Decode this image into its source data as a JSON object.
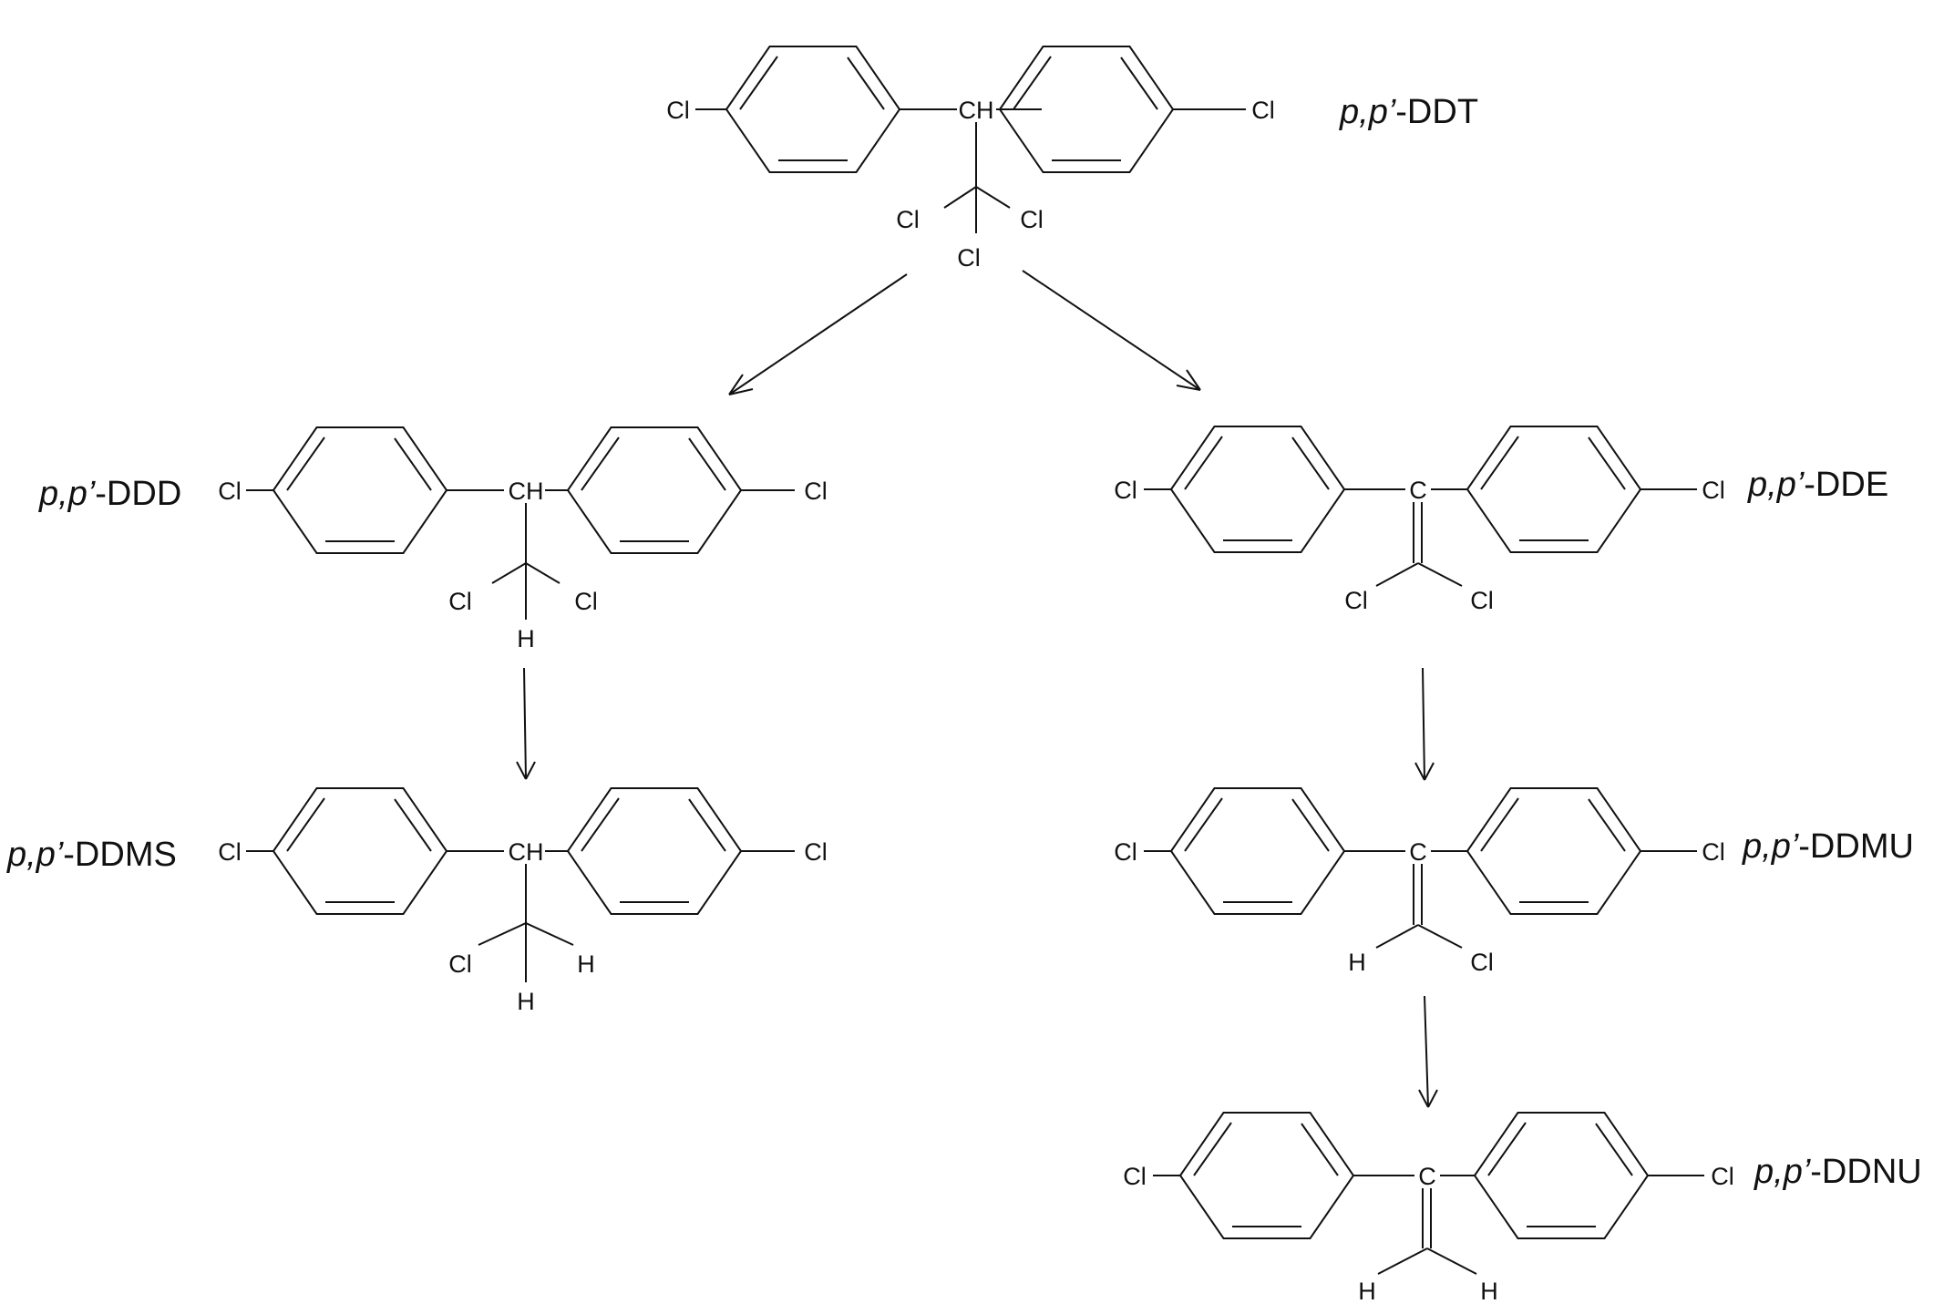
{
  "compounds": {
    "ddt": {
      "prefix": "p,p’",
      "suffix": "-DDT"
    },
    "ddd": {
      "prefix": "p,p’",
      "suffix": "-DDD"
    },
    "dde": {
      "prefix": "p,p’",
      "suffix": "-DDE"
    },
    "ddms": {
      "prefix": "p,p’",
      "suffix": "-DDMS"
    },
    "ddmu": {
      "prefix": "p,p’",
      "suffix": "-DDMU"
    },
    "ddnu": {
      "prefix": "p,p’",
      "suffix": "-DDNU"
    }
  },
  "atoms": {
    "cl": "Cl",
    "ch": "CH",
    "c": "C",
    "h": "H"
  }
}
